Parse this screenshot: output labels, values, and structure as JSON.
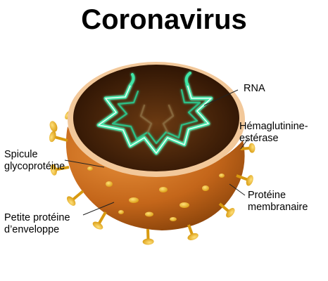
{
  "title": "Coronavirus",
  "labels": {
    "rna": "RNA",
    "hemagglutinin": [
      "Hémaglutinine-",
      "estérase"
    ],
    "spike": [
      "Spicule",
      "glycoprotéine"
    ],
    "membrane_protein": [
      "Protéine",
      "membranaire"
    ],
    "envelope_protein": [
      "Petite protéine",
      "d’enveloppe"
    ]
  },
  "colors": {
    "shell_orange": "#c4661a",
    "shell_dark": "#7a3a06",
    "interior": "#3b1a05",
    "rim": "#f2c89a",
    "protein_yellow": "#f0b419",
    "rna_green": "#3fe6a6"
  }
}
